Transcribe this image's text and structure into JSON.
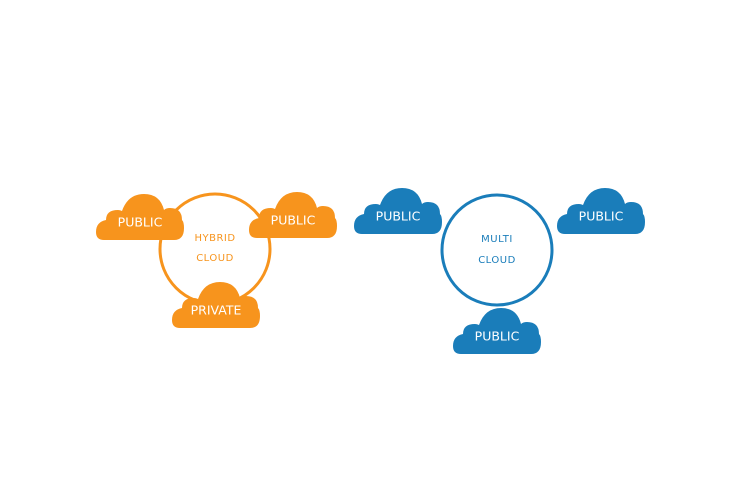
{
  "colors": {
    "hybrid": "#f7941d",
    "multi": "#1a7dba",
    "background": "#ffffff",
    "cloud_text": "#ffffff"
  },
  "hybrid": {
    "hub_line1": "HYBRID",
    "hub_line2": "CLOUD",
    "clouds": [
      {
        "label": "PUBLIC",
        "icon": "cloud-icon"
      },
      {
        "label": "PUBLIC",
        "icon": "cloud-icon"
      },
      {
        "label": "PRIVATE",
        "icon": "cloud-icon"
      }
    ]
  },
  "multi": {
    "hub_line1": "MULTI",
    "hub_line2": "CLOUD",
    "clouds": [
      {
        "label": "PUBLIC",
        "icon": "cloud-icon"
      },
      {
        "label": "PUBLIC",
        "icon": "cloud-icon"
      },
      {
        "label": "PUBLIC",
        "icon": "cloud-icon"
      }
    ]
  }
}
